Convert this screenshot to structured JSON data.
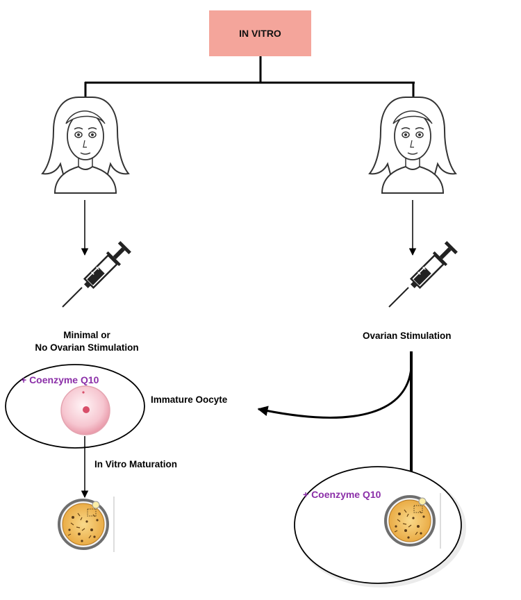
{
  "title": "IN VITRO",
  "left_branch": {
    "stimulation_line1": "Minimal or",
    "stimulation_line2": "No Ovarian Stimulation",
    "supplement": "+ Coenzyme Q10",
    "step": "In Vitro Maturation"
  },
  "right_branch": {
    "stimulation": "Ovarian Stimulation",
    "supplement": "+ Coenzyme Q10"
  },
  "immature_label": "Immature Oocyte",
  "colors": {
    "title_fill": "#f4a59b",
    "supplement_text": "#8b2fa8",
    "line": "#000000"
  },
  "icons": [
    "woman-icon",
    "syringe-icon",
    "oocyte-icon",
    "embryo-icon"
  ]
}
